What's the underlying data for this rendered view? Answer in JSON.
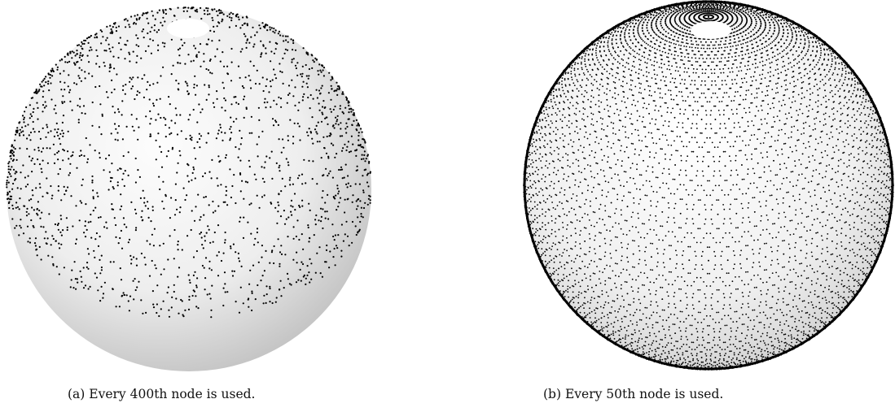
{
  "figures": [
    {
      "label": "(a)",
      "caption": "Every 400th node is used.",
      "node_stride": 400
    },
    {
      "label": "(b)",
      "caption": "Every 50th node is used.",
      "node_stride": 50
    }
  ],
  "colors": {
    "sphere_light": "#fbfbfb",
    "sphere_dark": "#bdbdbd",
    "node": "#000000",
    "pole_hole": "#ffffff"
  }
}
